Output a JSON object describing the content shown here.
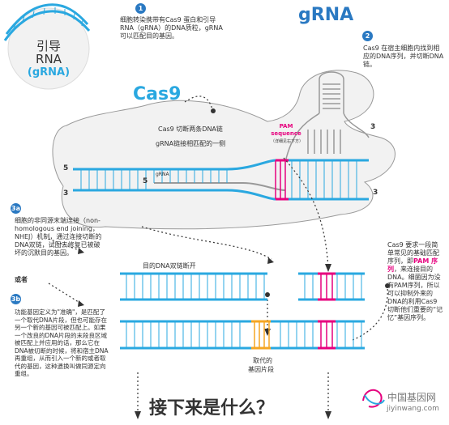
{
  "title": {
    "cn": "引导",
    "en": "RNA",
    "abbr": "(gRNA)"
  },
  "step1": {
    "num": "1",
    "text": "细胞转染携带有Cas9 蛋白和引导RNA（gRNA）的DNA质粒，gRNA可以匹配目的基因。"
  },
  "grna_label": "gRNA",
  "step2": {
    "num": "2",
    "text": "Cas9 在宿主细胞内找到相应的DNA序列，并切断DNA链。"
  },
  "cas9_label": "Cas9",
  "cut_text_1": "Cas9 切断两条DNA链",
  "cut_text_2": "gRNA链接相匹配的一侧",
  "pam": {
    "label": "PAM sequence",
    "note": "（详细见右下方）"
  },
  "strand_labels": {
    "top_left": "5",
    "bottom_left": "3",
    "inner_5": "5",
    "inner_3": "3",
    "right_3": "3",
    "grna_small": "gRNA"
  },
  "step3a": {
    "num": "3a",
    "text": "细胞的非同源末端连接（non-homologous end joining，NHEJ）机制，通过连接切断的DNA双链，试图去修复已被破坏的沉默目的基因。",
    "or": "或者"
  },
  "break_label": "目的DNA双链断开",
  "step3b": {
    "num": "3b",
    "text": "功能基因定义为\"准确\"，是匹配了一个取代DNA片段，但也可能存在另一个新的基因可被匹配上。如果一个改良的DNA片段的末段良区域被匹配上并应用的话，那么它在DNA被切断的时候，将和宿主DNA再重组，从而引入一个新的或者取代的基因，这种遗换叫做同源定向重组。"
  },
  "replacement_label_1": "取代的",
  "replacement_label_2": "基因片段",
  "pam_note": {
    "p1": "Cas9 要求一段简单常见的基础匹配序列，即",
    "pam": "PAM 序列",
    "p2": "，来连接目的DNA。细菌因为没有PAM序列，所以可以抑制外来的DNA的利用Cas9 切断他们重要的“记忆”基因序列。"
  },
  "bottom_title": "接下来是什么？",
  "watermark": {
    "cn": "中国基因网",
    "url": "jiyinwang.com"
  },
  "colors": {
    "blue": "#2aa8e0",
    "dark_blue": "#2a79c2",
    "magenta": "#e6007e",
    "orange": "#f5a623",
    "gray": "#999999",
    "cloud": "#f2f2f2"
  }
}
